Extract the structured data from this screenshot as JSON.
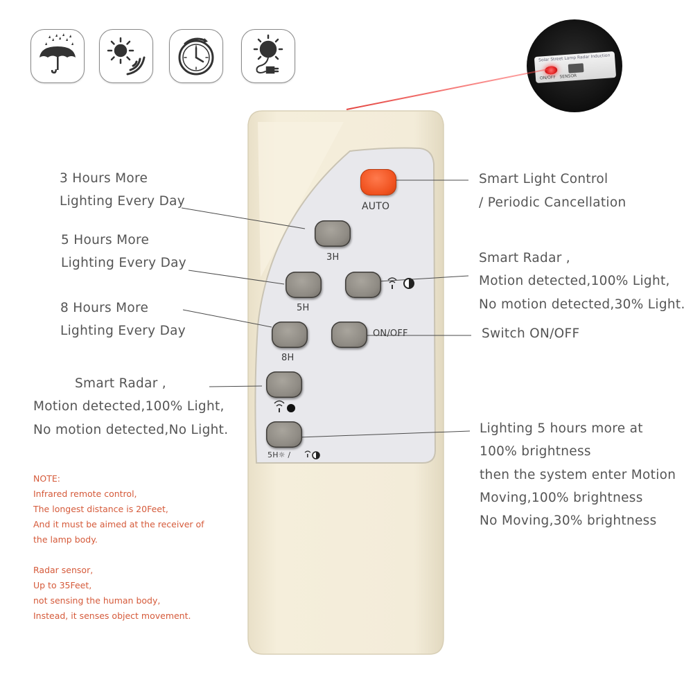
{
  "feature_icons": [
    {
      "icon": "rain-umbrella-icon"
    },
    {
      "icon": "sun-radar-icon"
    },
    {
      "icon": "clock-timer-icon"
    },
    {
      "icon": "sun-power-plug-icon"
    }
  ],
  "receiver": {
    "label_top": "Solar Street Lamp Radar Induction",
    "label_bottom": "ON/OFF   SENSOR"
  },
  "buttons": {
    "auto": "AUTO",
    "h3": "3H",
    "h5": "5H",
    "h8": "8H",
    "onoff": "ON/OFF",
    "combo": "5H☼ / "
  },
  "annotations": {
    "h3": {
      "line1": "3 Hours More",
      "line2": "Lighting Every Day"
    },
    "h5": {
      "line1": "5 Hours More",
      "line2": "Lighting Every Day"
    },
    "h8": {
      "line1": "8 Hours More",
      "line2": "Lighting Every Day"
    },
    "radar_off": {
      "line1": "Smart Radar ,",
      "line2": "Motion detected,100% Light,",
      "line3": "No motion detected,No Light."
    },
    "auto": {
      "line1": "Smart Light Control",
      "line2": "/ Periodic Cancellation"
    },
    "radar_dim": {
      "line1": "Smart Radar ,",
      "line2": "Motion detected,100% Light,",
      "line3": "No motion detected,30% Light."
    },
    "onoff": {
      "line1": "Switch ON/OFF"
    },
    "combo": {
      "line1": "Lighting 5 hours more at",
      "line2": "100% brightness",
      "line3": "then the system enter Motion",
      "line4": "Moving,100% brightness",
      "line5": "No Moving,30% brightness"
    }
  },
  "note": {
    "title": "NOTE:",
    "line1": "Infrared remote control,",
    "line2": "The longest distance is 20Feet,",
    "line3": "And it must be aimed at the receiver of",
    "line4": "the lamp body.",
    "line5": "Radar sensor,",
    "line6": "Up to 35Feet,",
    "line7": "not sensing the human body,",
    "line8": "Instead, it senses object movement."
  },
  "colors": {
    "remote_body": "#f2ead6",
    "button_panel": "#e8e8ec",
    "auto_button": "#f0521f",
    "gray_button": "#8f8b84",
    "note_text": "#d55a3a",
    "ir_beam": "#e0302a"
  }
}
